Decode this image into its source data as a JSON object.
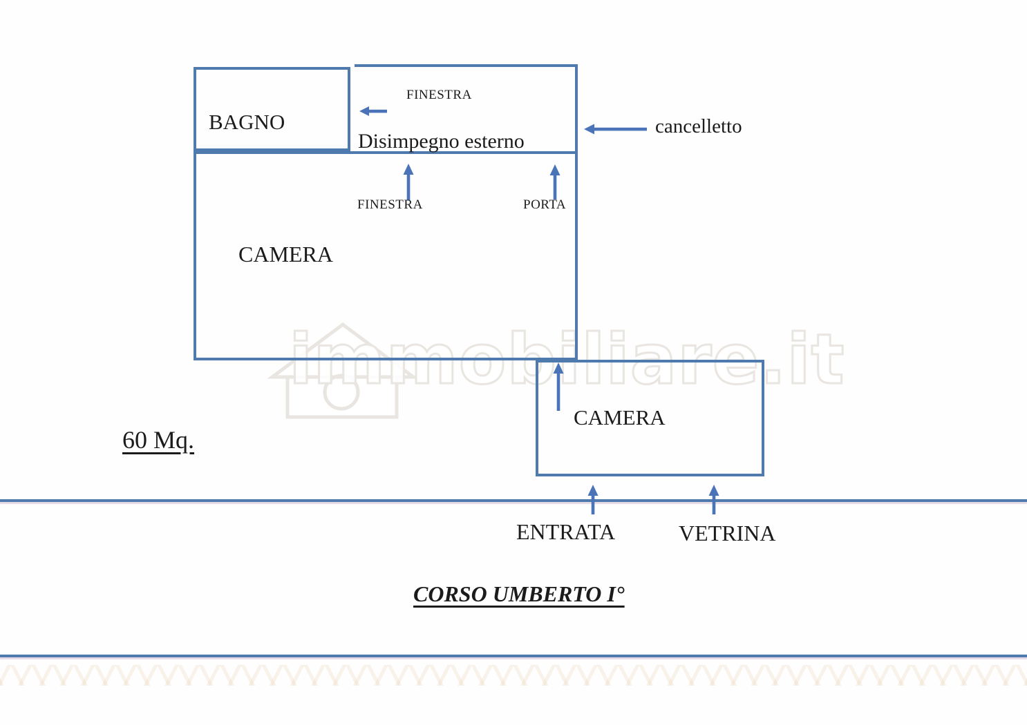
{
  "page": {
    "type": "apartment floor plan",
    "background": "#ffffff"
  },
  "labels": {
    "bagno": "BAGNO",
    "finestra_disimpegno": "FINESTRA",
    "disimpegno": "Disimpegno esterno",
    "cancelletto": "cancelletto",
    "finestra_camera": "FINESTRA",
    "porta": "PORTA",
    "camera_grande": "CAMERA",
    "camera_piccola": "CAMERA",
    "entrata": "ENTRATA",
    "vetrina": "VETRINA",
    "area": "60 Mq.",
    "street": "CORSO UMBERTO I°",
    "watermark": "immobiliare.it"
  },
  "colors": {
    "wall_blue": "#4f7aad",
    "arrow_blue": "#4a73b8",
    "text_black": "#1b1b1b",
    "watermark_gray": "#e9e5e0"
  }
}
